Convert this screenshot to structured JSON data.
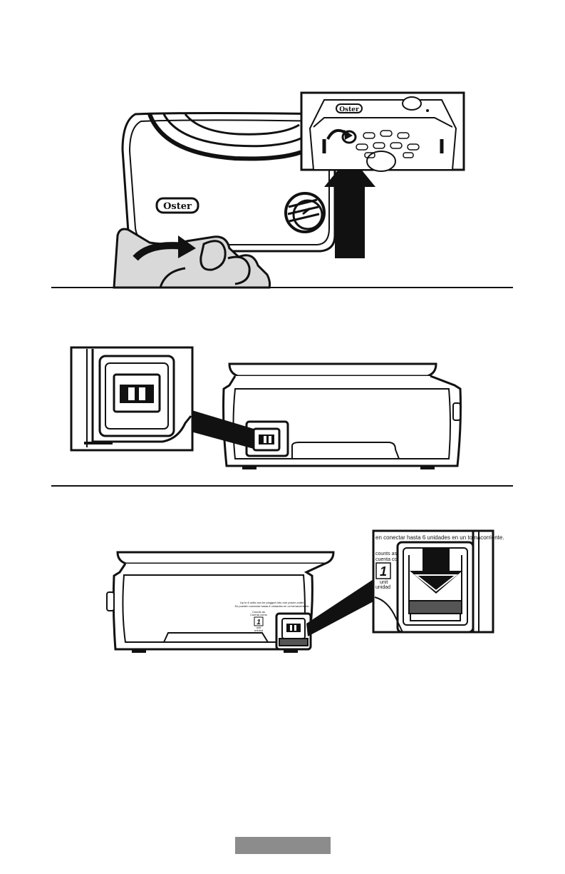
{
  "figure1": {
    "logo_text": "Oster",
    "inset_logo_text": "Oster"
  },
  "figure3": {
    "inset_notice": "en conectar hasta 6 unidades en un tomacorriente.",
    "inset_counts_as": "counts as",
    "inset_cuenta_como": "cuenta como",
    "inset_number": "1",
    "inset_unit": "unit",
    "inset_unidad": "unidad",
    "base_notice_line1": "Up to 6 units can be plugged into one power outlet.",
    "base_notice_line2": "Se pueden conectar hasta 6 unidades en un tomacorriente.",
    "base_counts_as": "Counts as",
    "base_cuenta_como": "Cuenta como",
    "base_number": "1",
    "base_unit": "unit",
    "base_unidad": "unidad"
  },
  "colors": {
    "ink": "#111111",
    "hand_fill": "#d9d9d9",
    "tab_gray": "#8c8c8c"
  }
}
